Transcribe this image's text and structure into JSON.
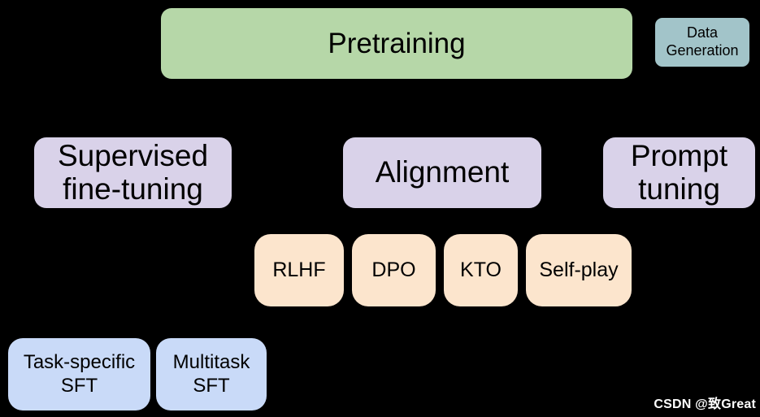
{
  "background": "#000000",
  "colors": {
    "pretraining": "#b6d7a8",
    "data_generation": "#a2c4c9",
    "stage": "#d9d2e9",
    "method": "#fce5cd",
    "sft_type": "#c9daf8",
    "text": "#000000",
    "watermark": "#ffffff"
  },
  "boxes": {
    "pretraining": {
      "label": "Pretraining"
    },
    "data_generation": {
      "line1": "Data",
      "line2": "Generation"
    },
    "supervised_fine_tuning": {
      "line1": "Supervised",
      "line2": "fine-tuning"
    },
    "alignment": {
      "label": "Alignment"
    },
    "prompt_tuning": {
      "line1": "Prompt",
      "line2": "tuning"
    },
    "rlhf": {
      "label": "RLHF"
    },
    "dpo": {
      "label": "DPO"
    },
    "kto": {
      "label": "KTO"
    },
    "self_play": {
      "label": "Self-play"
    },
    "task_specific_sft": {
      "line1": "Task-specific",
      "line2": "SFT"
    },
    "multitask_sft": {
      "line1": "Multitask",
      "line2": "SFT"
    }
  },
  "watermark": {
    "text": "CSDN @致Great"
  }
}
